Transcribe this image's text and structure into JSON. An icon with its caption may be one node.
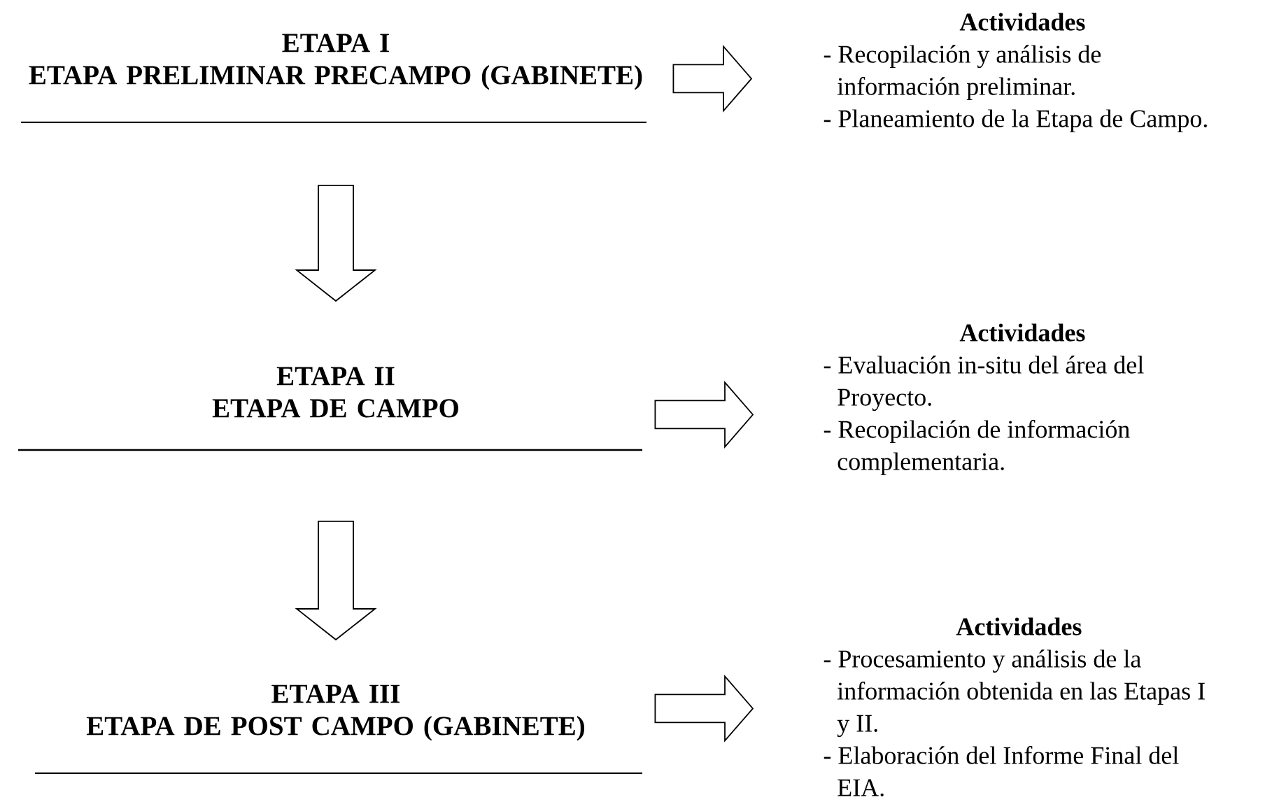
{
  "diagram": {
    "nodes": [
      {
        "text": [
          "ETAPA I",
          "ETAPA PRELIMINAR PRECAMPO (GABINETE)"
        ]
      },
      {
        "text": [
          "Actividades",
          "- Recopilación y análisis de información preliminar.",
          "- Planeamiento de la Etapa de Campo."
        ]
      },
      {
        "text": [
          "ETAPA II",
          "ETAPA DE CAMPO"
        ]
      },
      {
        "text": [
          "Actividades",
          "- Evaluación in-situ del área del Proyecto.",
          "- Recopilación de información complementaria."
        ]
      },
      {
        "text": [
          "ETAPA III",
          "ETAPA DE POST CAMPO (GABINETE)"
        ]
      },
      {
        "text": [
          "Actividades",
          "- Procesamiento y análisis de la información obtenida en las Etapas I y II.",
          "- Elaboración del Informe Final del EIA."
        ]
      }
    ],
    "edges": [
      {
        "from": 0,
        "to": 1,
        "arrow": "to"
      },
      {
        "from": 0,
        "to": 2,
        "arrow": "to"
      },
      {
        "from": 2,
        "to": 3,
        "arrow": "to"
      },
      {
        "from": 2,
        "to": 4,
        "arrow": "to"
      },
      {
        "from": 4,
        "to": 5,
        "arrow": "to"
      }
    ]
  }
}
